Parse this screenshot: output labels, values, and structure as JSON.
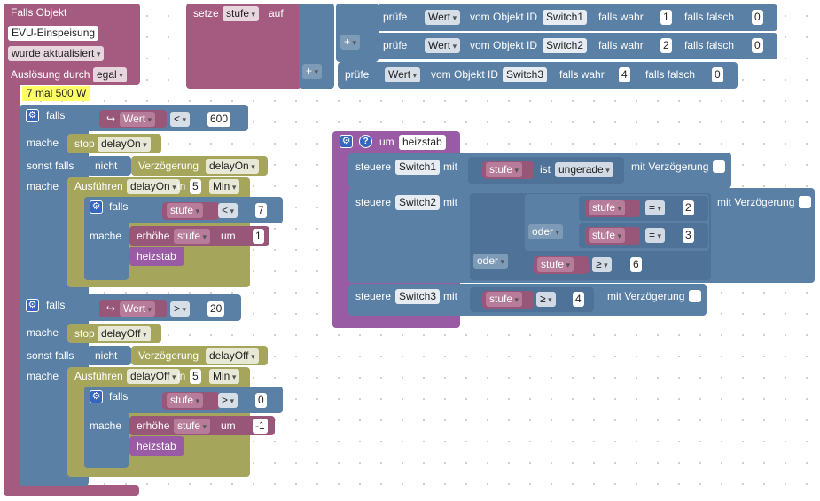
{
  "trigger": {
    "title": "Falls Objekt",
    "object": "EVU-Einspeisung",
    "event": "wurde aktualisiert",
    "trigger_label": "Auslösung durch",
    "trigger_value": "egal"
  },
  "comment": "7 mal 500 W",
  "set_block": {
    "label": "setze",
    "var": "stufe",
    "suffix": "auf"
  },
  "checks": [
    {
      "prefix": "prüfe",
      "prop": "Wert",
      "mid": "vom Objekt ID",
      "id": "Switch1",
      "true_label": "falls wahr",
      "true_val": "1",
      "false_label": "falls falsch",
      "false_val": "0"
    },
    {
      "prefix": "prüfe",
      "prop": "Wert",
      "mid": "vom Objekt ID",
      "id": "Switch2",
      "true_label": "falls wahr",
      "true_val": "2",
      "false_label": "falls falsch",
      "false_val": "0"
    },
    {
      "prefix": "prüfe",
      "prop": "Wert",
      "mid": "vom Objekt ID",
      "id": "Switch3",
      "true_label": "falls wahr",
      "true_val": "4",
      "false_label": "falls falsch",
      "false_val": "0"
    }
  ],
  "plus": "+",
  "if1": {
    "falls": "falls",
    "wert": "Wert",
    "op": "<",
    "val": "600",
    "mache": "mache",
    "stop": "stop",
    "timer": "delayOn",
    "sonst": "sonst falls",
    "nicht": "nicht",
    "verz": "Verzögerung",
    "verz_timer": "delayOn",
    "mache2": "mache",
    "ausf": "Ausführen",
    "ausf_timer": "delayOn",
    "in": "in",
    "delay": "5",
    "unit": "Min",
    "inner_falls": "falls",
    "inner_var": "stufe",
    "inner_op": "<",
    "inner_val": "7",
    "inner_mache": "mache",
    "erhoehe": "erhöhe",
    "erh_var": "stufe",
    "um": "um",
    "step": "1",
    "call": "heizstab"
  },
  "if2": {
    "falls": "falls",
    "wert": "Wert",
    "op": ">",
    "val": "20",
    "mache": "mache",
    "stop": "stop",
    "timer": "delayOff",
    "sonst": "sonst falls",
    "nicht": "nicht",
    "verz": "Verzögerung",
    "verz_timer": "delayOff",
    "mache2": "mache",
    "ausf": "Ausführen",
    "ausf_timer": "delayOff",
    "in": "in",
    "delay": "5",
    "unit": "Min",
    "inner_falls": "falls",
    "inner_var": "stufe",
    "inner_op": ">",
    "inner_val": "0",
    "inner_mache": "mache",
    "erhoehe": "erhöhe",
    "erh_var": "stufe",
    "um": "um",
    "step": "-1",
    "call": "heizstab"
  },
  "func": {
    "um": "um",
    "name": "heizstab",
    "s1": {
      "steuere": "steuere",
      "id": "Switch1",
      "mit": "mit",
      "var": "stufe",
      "ist": "ist",
      "cond": "ungerade",
      "delay": "mit Verzögerung"
    },
    "s2": {
      "steuere": "steuere",
      "id": "Switch2",
      "mit": "mit",
      "oder_outer": "oder",
      "oder_inner": "oder",
      "c1_var": "stufe",
      "c1_op": "=",
      "c1_val": "2",
      "c2_var": "stufe",
      "c2_op": "=",
      "c2_val": "3",
      "c3_var": "stufe",
      "c3_op": "≥",
      "c3_val": "6",
      "delay": "mit Verzögerung"
    },
    "s3": {
      "steuere": "steuere",
      "id": "Switch3",
      "mit": "mit",
      "var": "stufe",
      "op": "≥",
      "val": "4",
      "delay": "mit Verzögerung"
    }
  }
}
